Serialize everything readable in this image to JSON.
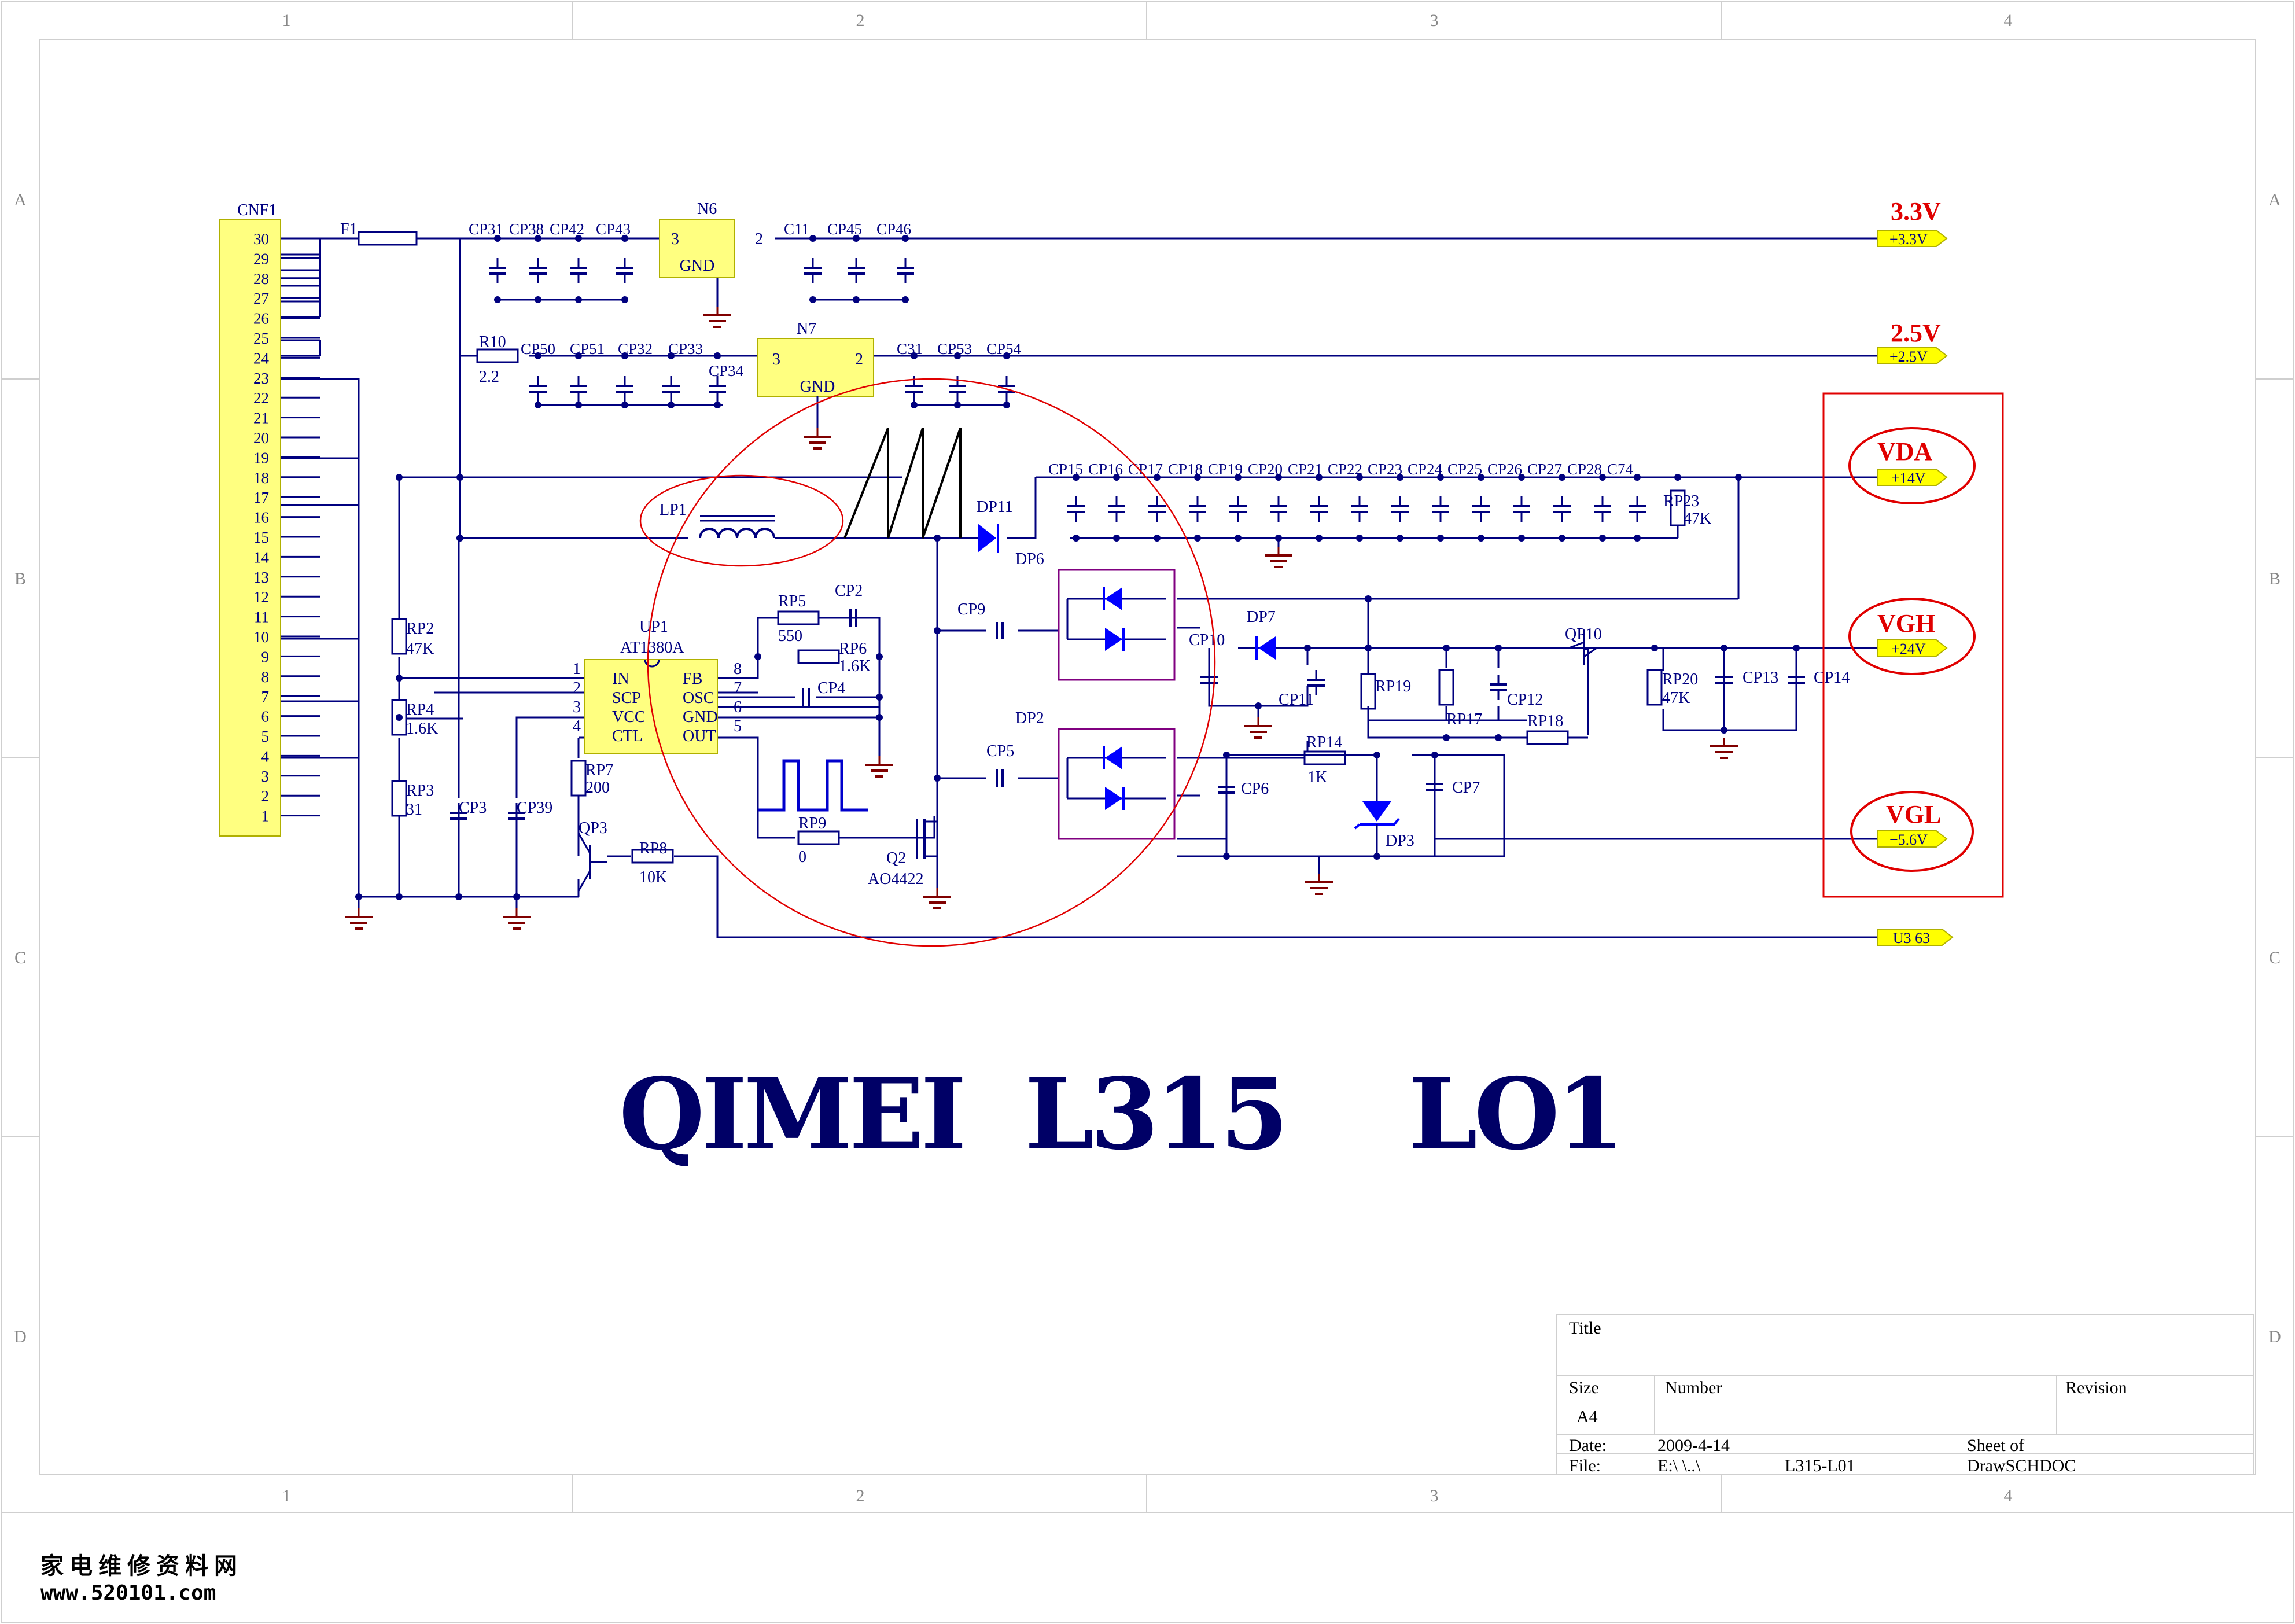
{
  "sheet": {
    "zones_top": [
      "1",
      "2",
      "3",
      "4"
    ],
    "zones_bottom": [
      "1",
      "2",
      "3",
      "4"
    ],
    "zones_left": [
      "A",
      "B",
      "C",
      "D"
    ],
    "zones_right": [
      "A",
      "B",
      "C",
      "D"
    ]
  },
  "connector": {
    "ref": "CNF1",
    "pins": [
      "30",
      "29",
      "28",
      "27",
      "26",
      "25",
      "24",
      "23",
      "22",
      "21",
      "20",
      "19",
      "18",
      "17",
      "16",
      "15",
      "14",
      "13",
      "12",
      "11",
      "10",
      "9",
      "8",
      "7",
      "6",
      "5",
      "4",
      "3",
      "2",
      "1"
    ]
  },
  "components": {
    "F1": "F1",
    "R10": "R10",
    "R10_val": "2.2",
    "N6": "N6",
    "N7": "N7",
    "reg_pin3": "3",
    "reg_pin2": "2",
    "reg_gnd": "GND",
    "caps_3v3": [
      "CP31",
      "CP38",
      "CP42",
      "CP43",
      "C11",
      "CP45",
      "CP46"
    ],
    "caps_2v5": [
      "CP50",
      "CP51",
      "CP32",
      "CP33",
      "CP34",
      "C31",
      "CP53",
      "CP54"
    ],
    "caps_vda": [
      "CP15",
      "CP16",
      "CP17",
      "CP18",
      "CP19",
      "CP20",
      "CP21",
      "CP22",
      "CP23",
      "CP24",
      "CP25",
      "CP26",
      "CP27",
      "CP28",
      "C74"
    ],
    "LP1": "LP1",
    "DP11": "DP11",
    "RP23": "RP23",
    "RP23_val": "47K",
    "UP1": "UP1",
    "UP1_part": "AT1380A",
    "UP1_left_pins": [
      "IN",
      "SCP",
      "VCC",
      "CTL"
    ],
    "UP1_right_pins": [
      "FB",
      "OSC",
      "GND",
      "OUT"
    ],
    "UP1_left_nums": [
      "1",
      "2",
      "3",
      "4"
    ],
    "UP1_right_nums": [
      "8",
      "7",
      "6",
      "5"
    ],
    "RP5": "RP5",
    "RP5_val": "550",
    "CP2": "CP2",
    "RP6": "RP6",
    "RP6_val": "1.6K",
    "CP4": "CP4",
    "RP9": "RP9",
    "RP9_val": "0",
    "Q2": "Q2",
    "Q2_part": "AO4422",
    "RP2": "RP2",
    "RP2_val": "47K",
    "RP4": "RP4",
    "RP4_val": "1.6K",
    "RP3": "RP3",
    "RP3_val": "31",
    "CP3": "CP3",
    "CP39": "CP39",
    "RP7": "RP7",
    "RP7_val": "200",
    "QP3": "QP3",
    "RP8": "RP8",
    "RP8_val": "10K",
    "CP9": "CP9",
    "DP6": "DP6",
    "CP5": "CP5",
    "DP2": "DP2",
    "CP10": "CP10",
    "DP7": "DP7",
    "CP11": "CP11",
    "RP19": "RP19",
    "RP17": "RP17",
    "CP12": "CP12",
    "RP18": "RP18",
    "QP10": "QP10",
    "RP20": "RP20",
    "RP20_val": "47K",
    "CP13": "CP13",
    "CP14": "CP14",
    "CP6": "CP6",
    "RP14": "RP14",
    "RP14_val": "1K",
    "CP7": "CP7",
    "DP3": "DP3"
  },
  "rails": {
    "v33_label": "3.3V",
    "v33_port": "+3.3V",
    "v25_label": "2.5V",
    "v25_port": "+2.5V",
    "vda_label": "VDA",
    "vda_port": "+14V",
    "vgh_label": "VGH",
    "vgh_port": "+24V",
    "vgl_label": "VGL",
    "vgl_port": "−5.6V",
    "u3_port": "U3   63"
  },
  "big_title": "QIMEI  L315    LO1",
  "title_block": {
    "title_label": "Title",
    "size_label": "Size",
    "size_value": "A4",
    "number_label": "Number",
    "revision_label": "Revision",
    "date_label": "Date:",
    "date_value": "2009-4-14",
    "sheet_label": "Sheet    of",
    "file_label": "File:",
    "file_path": "E:\\              \\..\\",
    "file_name": "L315-L01",
    "drawn_label": "DrawSCHDOC"
  },
  "watermark": {
    "cn": "家电维修资料网",
    "url": "www.520101.com"
  },
  "colors": {
    "wire": "#00007f",
    "label": "#000080",
    "accent_red": "#e00000",
    "ground": "#800000",
    "ic_fill": "#ffff80",
    "port_fill": "#ffff00",
    "diode_fill": "#0000ff",
    "bridge_box": "#800080",
    "title_text": "#000066"
  }
}
